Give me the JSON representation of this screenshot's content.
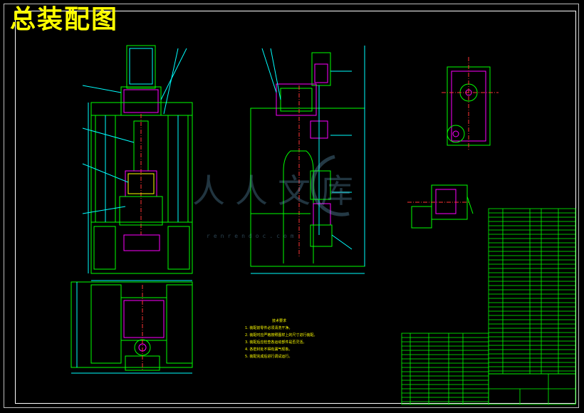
{
  "drawing": {
    "title": "总装配图",
    "notes_heading": "技术要求",
    "notes": [
      "1. 装配前零件必须清洗干净。",
      "2. 装配时应严格按照图样上的尺寸进行装配。",
      "3. 装配后应检查各运动部件是否灵活。",
      "4. 各密封处不得有漏气现象。",
      "5. 装配完成后进行调试运行。"
    ]
  },
  "watermark": {
    "text": "人人文库",
    "url": "renrendoc.com"
  },
  "colors": {
    "background": "#000000",
    "lines": "#00ff00",
    "title": "#ffff00",
    "notes": "#ffff00",
    "magenta_parts": "#ff00ff",
    "cyan_leaders": "#00ffff",
    "white_frame": "#ffffff",
    "red_lines": "#ff3333",
    "blue_lines": "#3366ff"
  },
  "icons": [
    "front-view",
    "side-view",
    "top-view",
    "detail-view",
    "parts-table",
    "title-block"
  ]
}
